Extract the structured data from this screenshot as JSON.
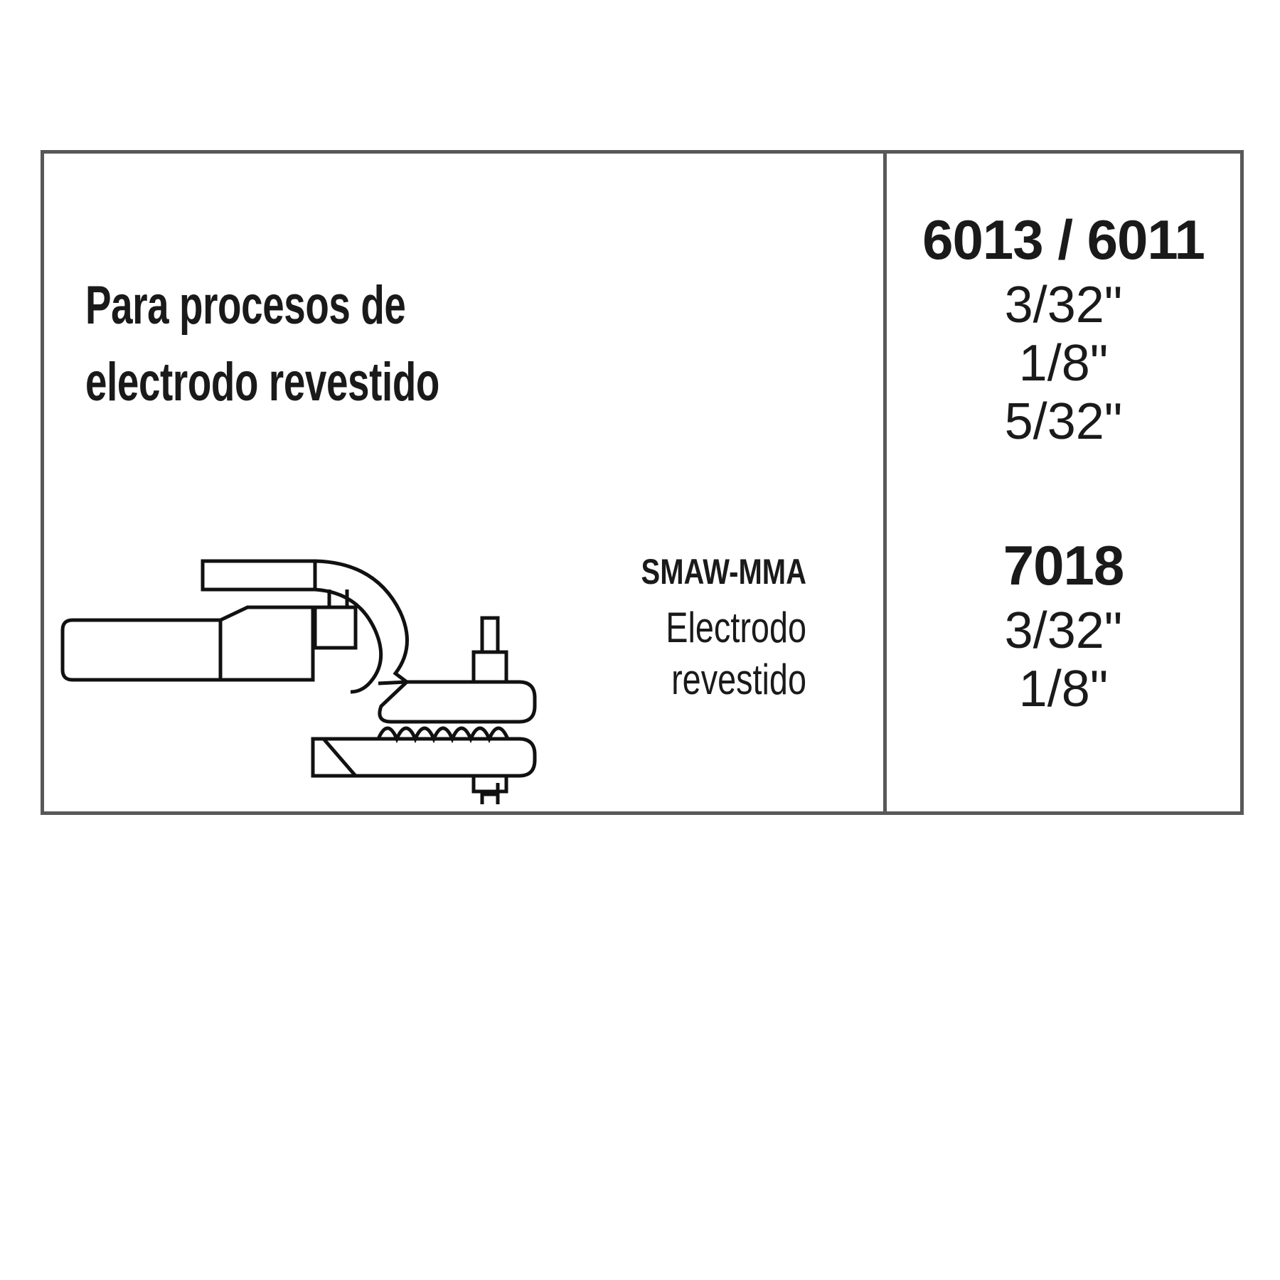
{
  "panel": {
    "frame_color": "#585858",
    "ink_color": "#1a1a1a",
    "background_color": "#ffffff"
  },
  "left": {
    "headline": {
      "line1": "Para procesos de",
      "line2": "electrodo revestido"
    },
    "process": {
      "code": "SMAW-MMA",
      "description_line1": "Electrodo",
      "description_line2": "revestido"
    },
    "illustration": {
      "name": "electrode-holder-illustration",
      "description": "Line drawing of a welding electrode holder gripping a coated electrode"
    }
  },
  "right": {
    "electrode_groups": [
      {
        "name": "6013 / 6011",
        "sizes": [
          "3/32\"",
          "1/8\"",
          "5/32\""
        ]
      },
      {
        "name": "7018",
        "sizes": [
          "3/32\"",
          "1/8\""
        ]
      }
    ]
  }
}
